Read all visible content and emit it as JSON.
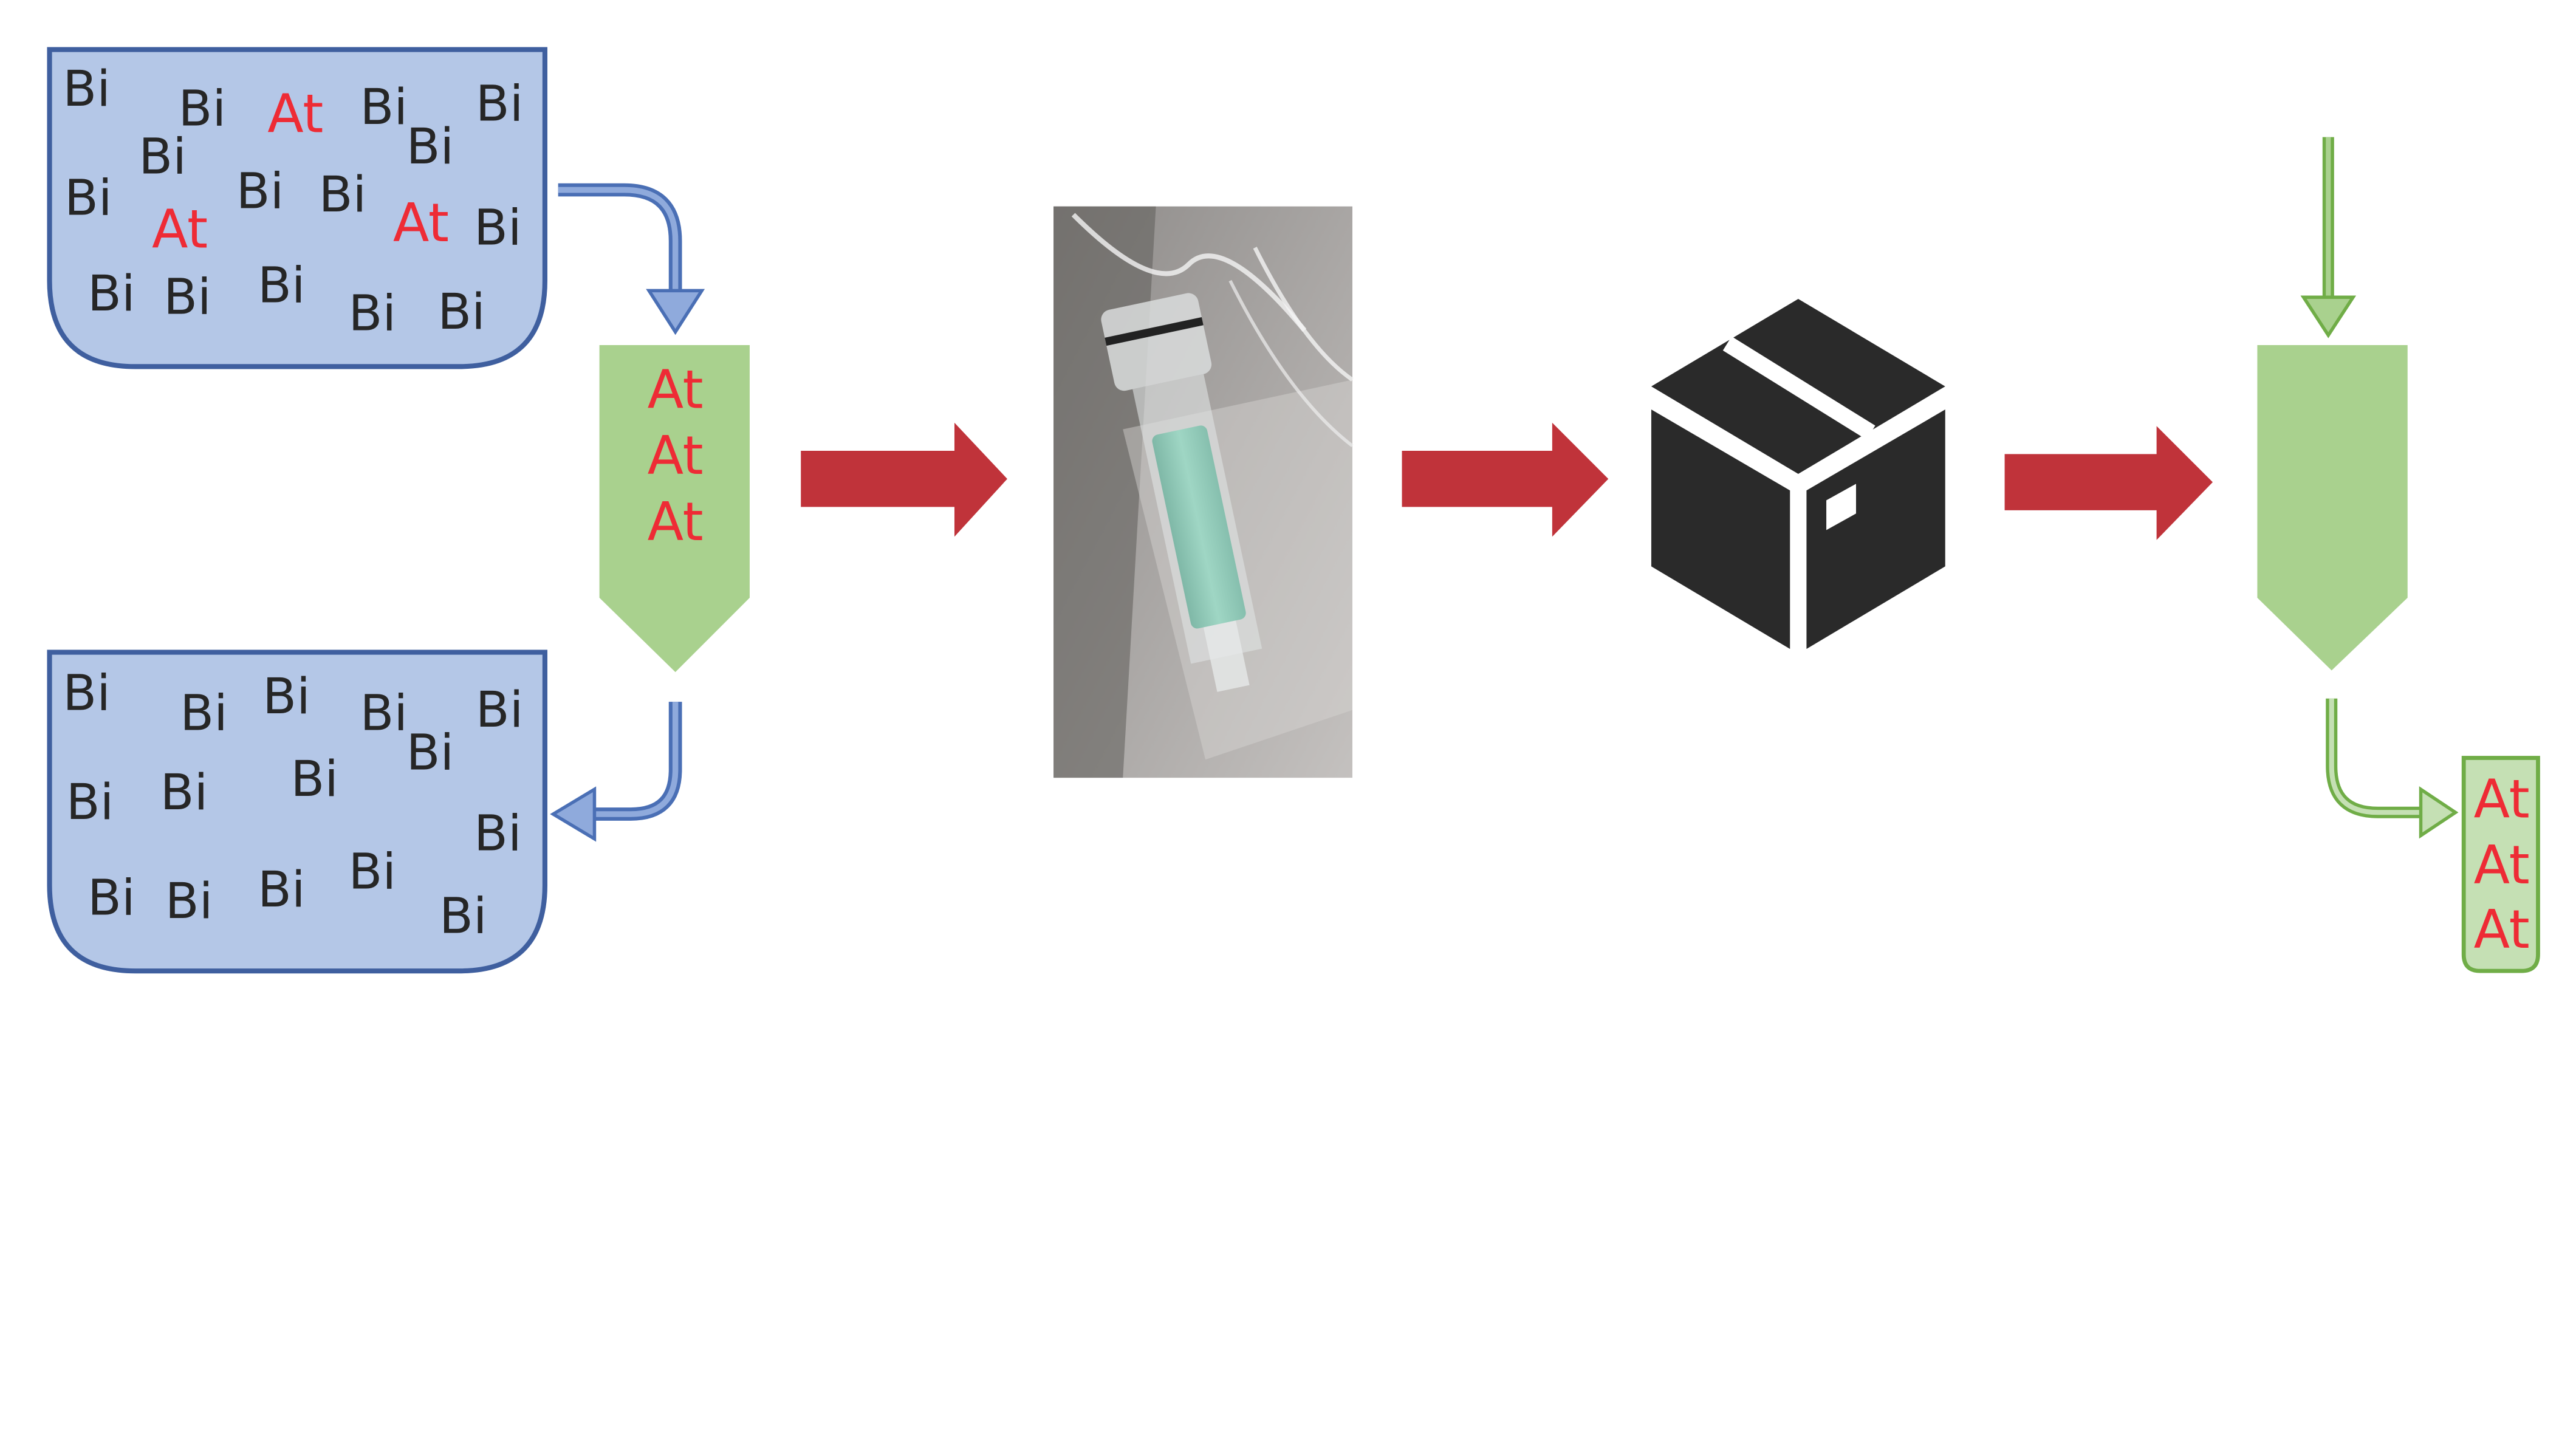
{
  "colors": {
    "tank_fill": "#b4c7e7",
    "tank_stroke": "#3f5f9f",
    "column_fill": "#a9d18e",
    "green_stroke": "#70ad47",
    "process_arrow": "#c0333a",
    "astatine_text": "#ee2b35",
    "bismuth_text": "#262626"
  },
  "top_tank": {
    "labels": [
      "Bi",
      "Bi",
      "At",
      "Bi",
      "Bi",
      "Bi",
      "Bi",
      "Bi",
      "At",
      "Bi",
      "Bi",
      "At",
      "Bi",
      "Bi",
      "Bi",
      "Bi",
      "Bi",
      "Bi"
    ]
  },
  "bottom_tank": {
    "labels": [
      "Bi",
      "Bi",
      "Bi",
      "Bi",
      "Bi",
      "Bi",
      "Bi",
      "Bi",
      "Bi",
      "Bi",
      "Bi",
      "Bi",
      "Bi",
      "Bi",
      "Bi"
    ]
  },
  "loaded_column": {
    "labels": [
      "At",
      "At",
      "At"
    ]
  },
  "eluate_tube": {
    "labels": [
      "At",
      "At",
      "At"
    ]
  },
  "icons": {
    "photo": "column-in-bag-photo",
    "shipping": "package-box-icon"
  }
}
